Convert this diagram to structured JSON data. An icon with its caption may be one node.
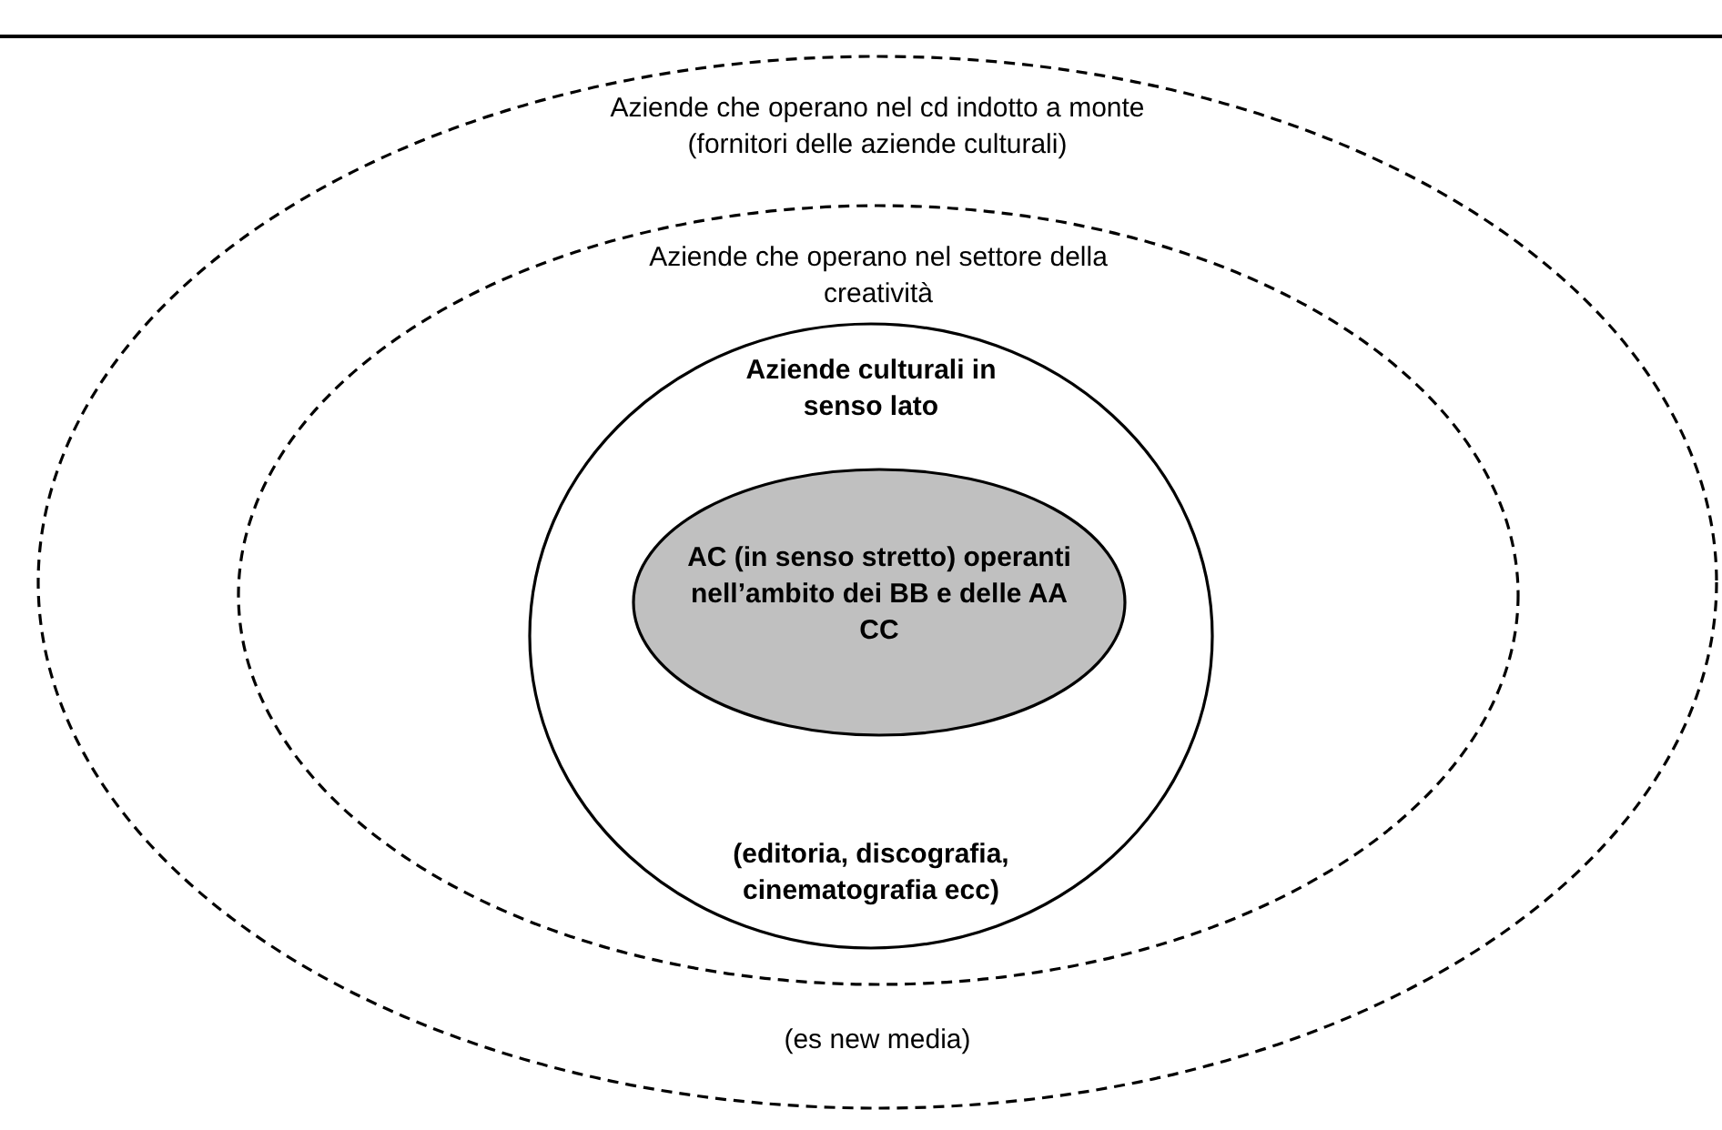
{
  "diagram": {
    "nodes": [
      {
        "text": [
          "Aziende che operano nel cd indotto a monte (fornitori delle aziende culturali)",
          "(es new media)"
        ]
      },
      {
        "text": [
          "Aziende che operano nel settore della creatività"
        ],
        "in": 0
      },
      {
        "text": [
          "Aziende culturali in senso lato",
          "(editoria, discografia, cinematografia ecc)"
        ],
        "in": 1
      },
      {
        "text": [
          "AC (in senso stretto) operanti nell’ambito dei BB e delle AA CC"
        ],
        "in": 2
      }
    ]
  }
}
